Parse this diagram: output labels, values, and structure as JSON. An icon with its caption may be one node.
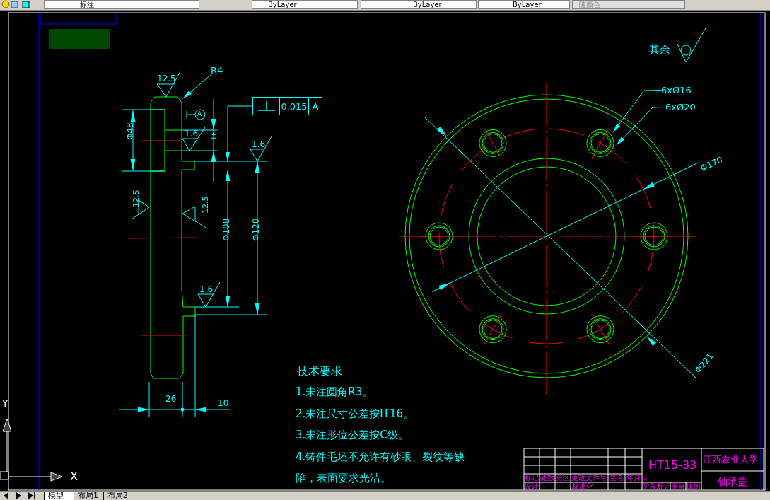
{
  "diagram": {
    "nodes": [
      {
        "text": [
          "6xØ16"
        ]
      },
      {
        "text": [
          "6xØ20"
        ]
      },
      {
        "text": [
          "R4"
        ]
      },
      {
        "text": [
          "0.015",
          "A"
        ]
      },
      {
        "text": [],
        "shape": "box"
      }
    ],
    "edges": [
      {
        "from": 0,
        "to": null,
        "arrow": "to"
      },
      {
        "from": 1,
        "to": null,
        "arrow": "to"
      },
      {
        "from": 2,
        "to": null,
        "arrow": "to"
      },
      {
        "from": 3,
        "to": null,
        "arrow": "to"
      }
    ],
    "labels": [
      "标注",
      "ByLayer",
      "ByLayer",
      "ByLayer",
      "随颜色",
      "其余",
      "12.5",
      "A",
      "Φ48",
      "1.6",
      "16",
      "1.6",
      "12.5",
      "12.5",
      "Φ108",
      "Φ120",
      "1.6",
      "26",
      "10",
      "Φ170",
      "Φ221",
      "技术要求",
      "1.未注圆角R3。",
      "2.未注尺寸公差按IT16。",
      "3.未注形位公差按C级。",
      "4.铸件毛坯不允许有砂眼、裂纹等缺陷，表面要求光洁。",
      "HT15-33",
      "江西农业大学",
      "标记",
      "处数",
      "分区",
      "更改文件号",
      "签名",
      "年月日",
      "轴承盖",
      "设计",
      "标准化",
      "阶段标记",
      "重量",
      "比例",
      "Y",
      "X",
      "模型",
      "布局1",
      "布局2"
    ]
  }
}
